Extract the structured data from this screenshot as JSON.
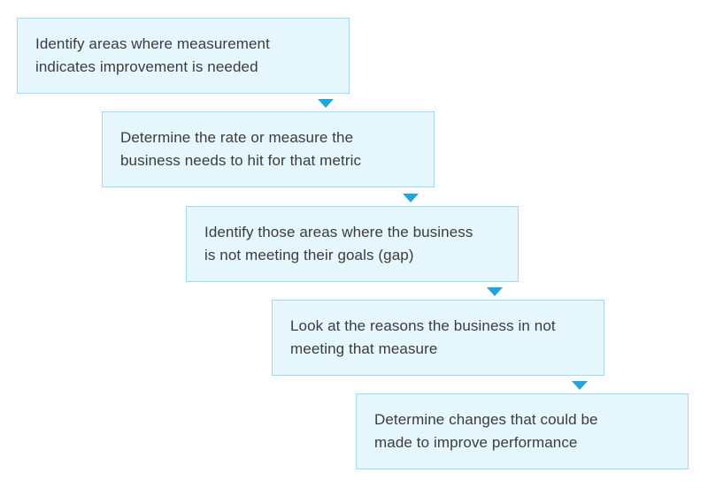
{
  "steps": [
    {
      "text": "Identify areas where measurement\nindicates improvement is needed"
    },
    {
      "text": "Determine the rate or measure the\nbusiness needs to hit for that metric"
    },
    {
      "text": "Identify those areas where the business\nis not meeting their goals (gap)"
    },
    {
      "text": "Look at the reasons the business in not\nmeeting that measure"
    },
    {
      "text": "Determine changes that could be\nmade to improve performance"
    }
  ],
  "colors": {
    "box_fill": "#e5f6fd",
    "box_border": "#9edcf5",
    "arrow": "#1ea6e0",
    "text": "#3c3c3c"
  }
}
